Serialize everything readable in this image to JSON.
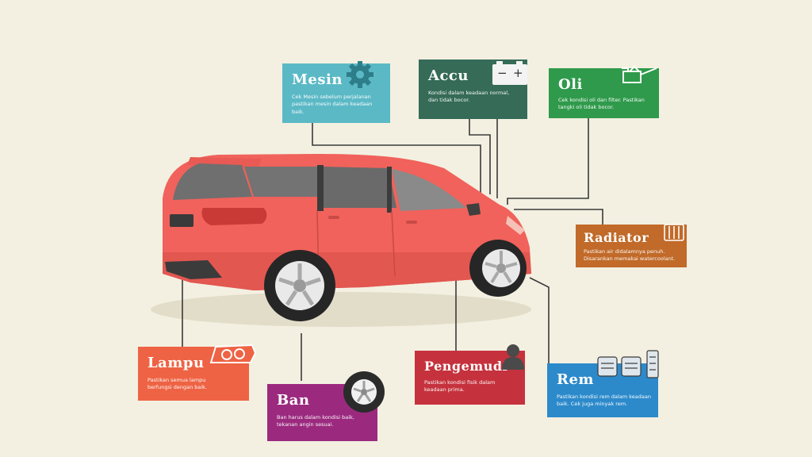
{
  "colors": {
    "background": "#f3f0e1",
    "car_body": "#f0625b",
    "mesin": "#5bb9c6",
    "accu": "#356b57",
    "oli": "#2f9a4b",
    "radiator": "#c16a29",
    "lampu": "#ee6344",
    "ban": "#9b2a7f",
    "pengemudi": "#c5323d",
    "rem": "#2c8acb"
  },
  "cards": {
    "mesin": {
      "title": "Mesin",
      "desc": "Cek Mesin sebelum perjalanan pastikan mesin dalam keadaan baik.",
      "icon": "gear-icon"
    },
    "accu": {
      "title": "Accu",
      "desc": "Kondisi dalam keadaan normal, dan tidak bocor.",
      "icon": "battery-icon",
      "minus": "−",
      "plus": "+"
    },
    "oli": {
      "title": "Oli",
      "desc": "Cek kondisi oli dan filter. Pastikan tangki oli tidak bocor.",
      "icon": "oil-can-icon"
    },
    "radiator": {
      "title": "Radiator",
      "desc": "Pastikan air didalamnya penuh. Disarankan memakai watercoolant.",
      "icon": "radiator-icon"
    },
    "lampu": {
      "title": "Lampu",
      "desc": "Pastikan semua lampu berfungsi dengan baik.",
      "icon": "headlight-icon"
    },
    "ban": {
      "title": "Ban",
      "desc": "Ban harus dalam kondisi baik, tekanan angin sesuai.",
      "icon": "tire-icon"
    },
    "pengemudi": {
      "title": "Pengemudi",
      "desc": "Pastikan kondisi fisik dalam keadaan prima.",
      "icon": "driver-icon"
    },
    "rem": {
      "title": "Rem",
      "desc": "Pastikan kondisi rem dalam keadaan baik. Cek juga minyak rem.",
      "icon": "pedals-icon"
    }
  }
}
